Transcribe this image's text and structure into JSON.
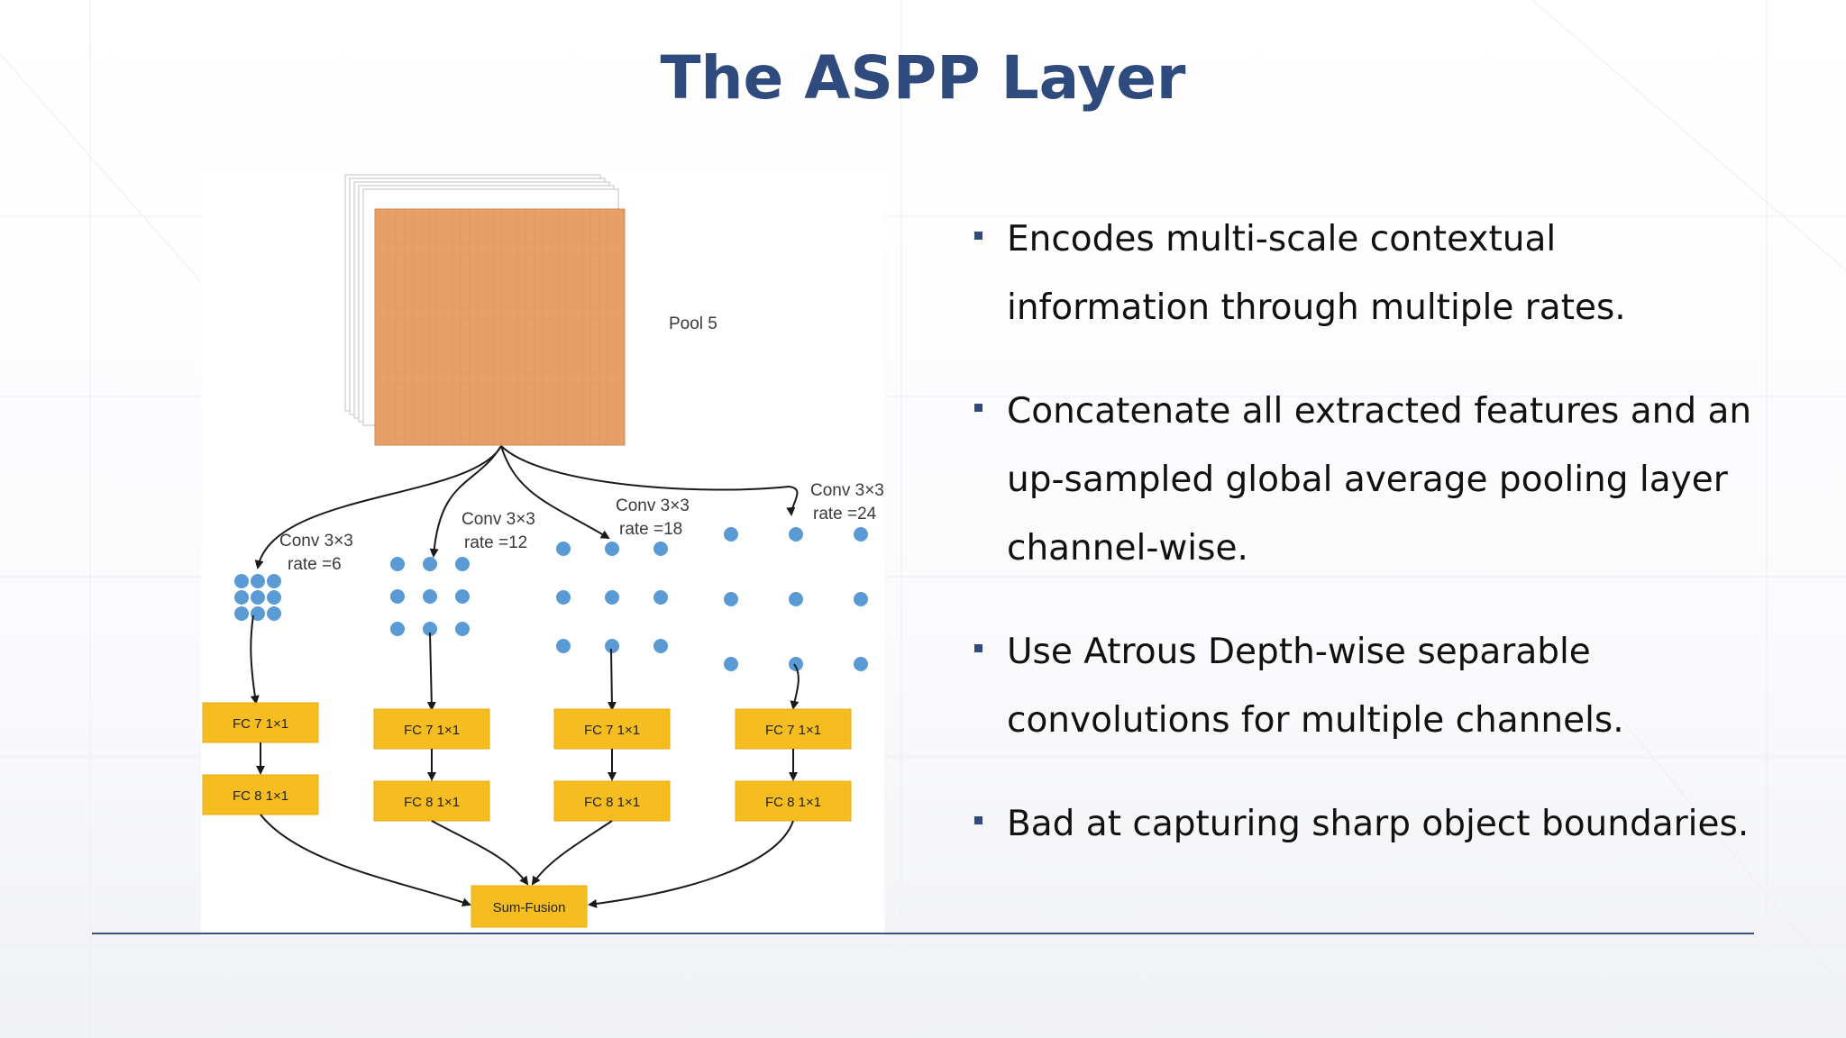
{
  "slide": {
    "title": "The ASPP Layer"
  },
  "diagram": {
    "pool_label": "Pool 5",
    "branches": [
      {
        "conv_label": "Conv 3×3",
        "rate_label": "rate =6",
        "fc7_label": "FC 7 1×1",
        "fc8_label": "FC 8 1×1"
      },
      {
        "conv_label": "Conv 3×3",
        "rate_label": "rate =12",
        "fc7_label": "FC 7 1×1",
        "fc8_label": "FC 8 1×1"
      },
      {
        "conv_label": "Conv 3×3",
        "rate_label": "rate =18",
        "fc7_label": "FC 7 1×1",
        "fc8_label": "FC 8 1×1"
      },
      {
        "conv_label": "Conv 3×3",
        "rate_label": "rate =24",
        "fc7_label": "FC 7 1×1",
        "fc8_label": "FC 8 1×1"
      }
    ],
    "fusion_label": "Sum-Fusion",
    "colors": {
      "feature_map": "#e8a06a",
      "dot": "#5b9bd5",
      "box": "#f5bd1f",
      "arrow": "#1a1a1a"
    }
  },
  "bullets": [
    {
      "text_line1": "Encodes multi-scale contextual",
      "text_line2": "information through multiple rates."
    },
    {
      "text_line1": "Concatenate all extracted features and an",
      "text_line2": "up-sampled global average pooling layer",
      "text_line3": "channel-wise."
    },
    {
      "text_line1": "Use Atrous Depth-wise separable",
      "text_line2": "convolutions for multiple channels."
    },
    {
      "text_line1": "Bad at capturing sharp object boundaries."
    }
  ],
  "theme": {
    "title_color": "#2f4a7c",
    "rule_color": "#3c5180"
  }
}
